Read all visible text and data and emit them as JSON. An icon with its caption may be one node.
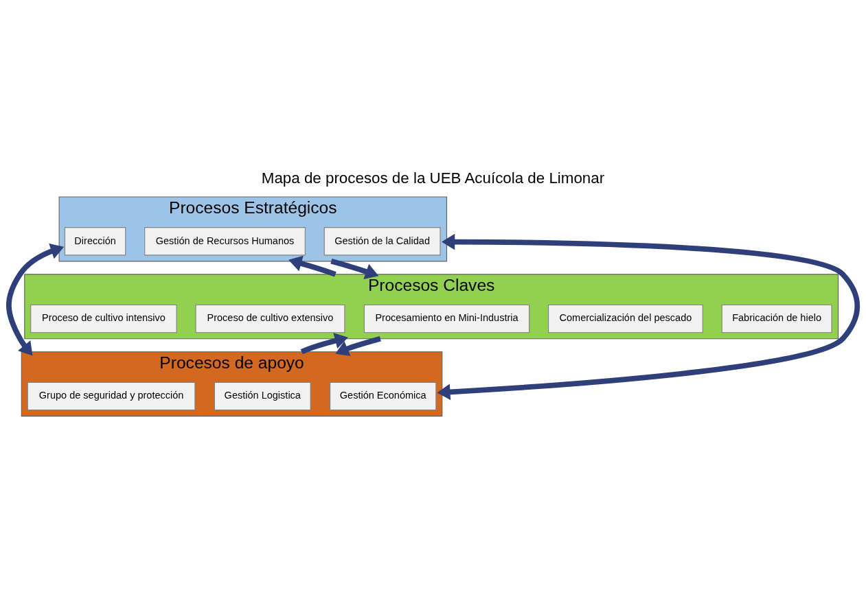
{
  "diagram": {
    "title": "Mapa de procesos de la UEB Acuícola de Limonar",
    "nodes": [
      {
        "text": [
          "Procesos Estratégicos"
        ]
      },
      {
        "text": [
          "Dirección"
        ],
        "in": 0
      },
      {
        "text": [
          "Gestión de Recursos Humanos"
        ],
        "in": 0
      },
      {
        "text": [
          "Gestión de la Calidad"
        ],
        "in": 0
      },
      {
        "text": [
          "Procesos Claves"
        ]
      },
      {
        "text": [
          "Proceso de cultivo intensivo"
        ],
        "in": 4
      },
      {
        "text": [
          "Proceso de cultivo extensivo"
        ],
        "in": 4
      },
      {
        "text": [
          "Procesamiento en Mini-Industria"
        ],
        "in": 4
      },
      {
        "text": [
          "Comercialización del pescado"
        ],
        "in": 4
      },
      {
        "text": [
          "Fabricación de hielo"
        ],
        "in": 4
      },
      {
        "text": [
          "Procesos de apoyo"
        ]
      },
      {
        "text": [
          "Grupo de seguridad y protección"
        ],
        "in": 10
      },
      {
        "text": [
          "Gestión Logistica"
        ],
        "in": 10
      },
      {
        "text": [
          "Gestión Económica"
        ],
        "in": 10
      }
    ],
    "edges": [
      {
        "from": 0,
        "to": 4,
        "arrow": "to"
      },
      {
        "from": 4,
        "to": 0,
        "arrow": "to"
      },
      {
        "from": 4,
        "to": 10,
        "arrow": "to"
      },
      {
        "from": 10,
        "to": 4,
        "arrow": "to"
      },
      {
        "from": 0,
        "to": 10,
        "arrow": "both"
      },
      {
        "from": 0,
        "to": 10,
        "arrow": "both"
      }
    ]
  }
}
